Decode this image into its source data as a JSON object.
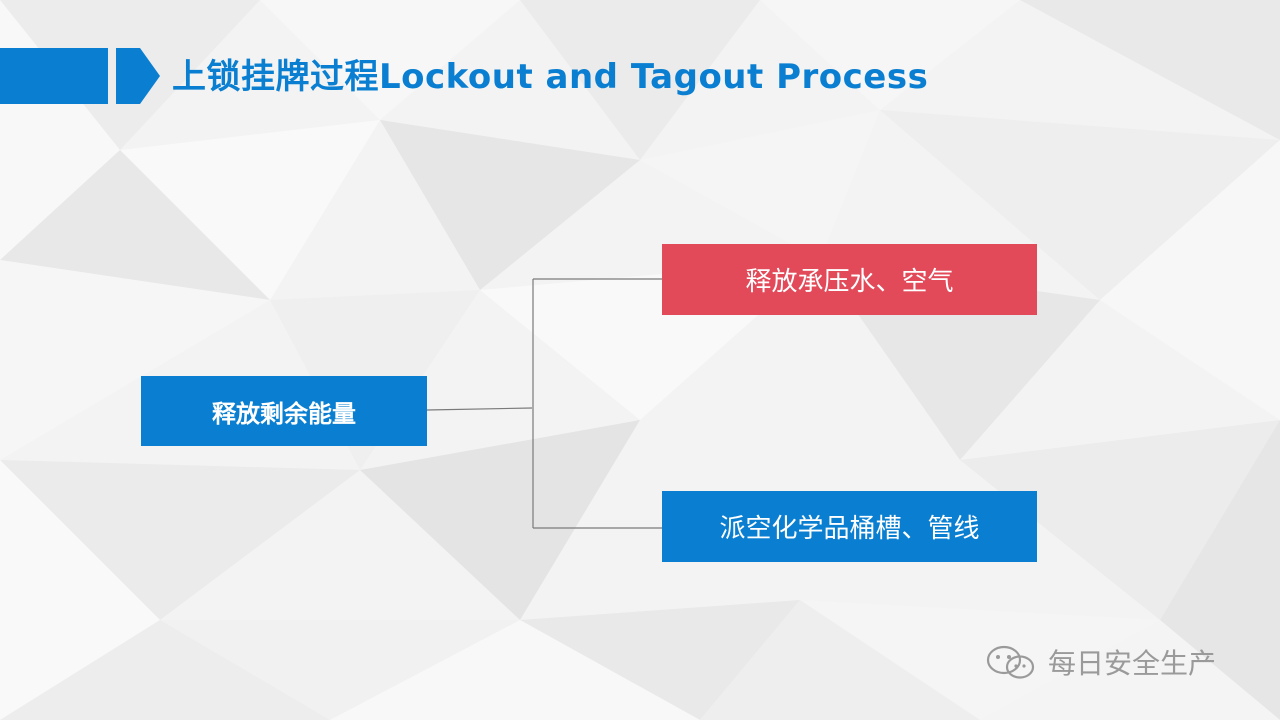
{
  "slide": {
    "title": "上锁挂牌过程Lockout and Tagout Process"
  },
  "diagram": {
    "root": {
      "label": "释放剩余能量"
    },
    "branches": [
      {
        "label": "释放承压水、空气",
        "color": "#e24a5a"
      },
      {
        "label": "派空化学品桶槽、管线",
        "color": "#0a7fd1"
      }
    ]
  },
  "watermark": {
    "text": "每日安全生产",
    "icon": "wechat-icon"
  },
  "colors": {
    "accent_blue": "#0a7fd1",
    "accent_red": "#e24a5a"
  }
}
